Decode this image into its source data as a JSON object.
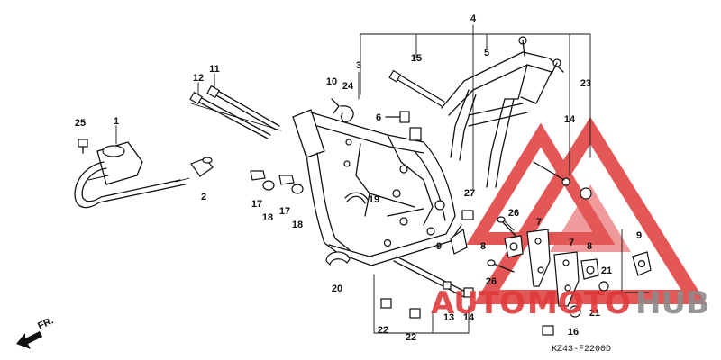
{
  "diagram": {
    "code": "KZ43-F2200D",
    "front_marker": "FR.",
    "watermark": {
      "left": "AUTO",
      "middle": "MOTO",
      "right": "HUB",
      "color_red": "#e03a3a",
      "color_gray": "#8c8c8c"
    },
    "parts": [
      {
        "id": "1",
        "label": "1"
      },
      {
        "id": "2",
        "label": "2"
      },
      {
        "id": "3",
        "label": "3"
      },
      {
        "id": "4",
        "label": "4"
      },
      {
        "id": "5",
        "label": "5"
      },
      {
        "id": "6",
        "label": "6"
      },
      {
        "id": "7a",
        "label": "7"
      },
      {
        "id": "7b",
        "label": "7"
      },
      {
        "id": "8a",
        "label": "8"
      },
      {
        "id": "8b",
        "label": "8"
      },
      {
        "id": "9a",
        "label": "9"
      },
      {
        "id": "9b",
        "label": "9"
      },
      {
        "id": "10",
        "label": "10"
      },
      {
        "id": "11",
        "label": "11"
      },
      {
        "id": "12",
        "label": "12"
      },
      {
        "id": "13",
        "label": "13"
      },
      {
        "id": "14a",
        "label": "14"
      },
      {
        "id": "14b",
        "label": "14"
      },
      {
        "id": "15",
        "label": "15"
      },
      {
        "id": "16",
        "label": "16"
      },
      {
        "id": "17a",
        "label": "17"
      },
      {
        "id": "17b",
        "label": "17"
      },
      {
        "id": "18a",
        "label": "18"
      },
      {
        "id": "18b",
        "label": "18"
      },
      {
        "id": "19",
        "label": "19"
      },
      {
        "id": "20",
        "label": "20"
      },
      {
        "id": "21a",
        "label": "21"
      },
      {
        "id": "21b",
        "label": "21"
      },
      {
        "id": "22a",
        "label": "22"
      },
      {
        "id": "22b",
        "label": "22"
      },
      {
        "id": "23",
        "label": "23"
      },
      {
        "id": "24",
        "label": "24"
      },
      {
        "id": "25",
        "label": "25"
      },
      {
        "id": "26a",
        "label": "26"
      },
      {
        "id": "26b",
        "label": "26"
      },
      {
        "id": "27",
        "label": "27"
      }
    ]
  }
}
